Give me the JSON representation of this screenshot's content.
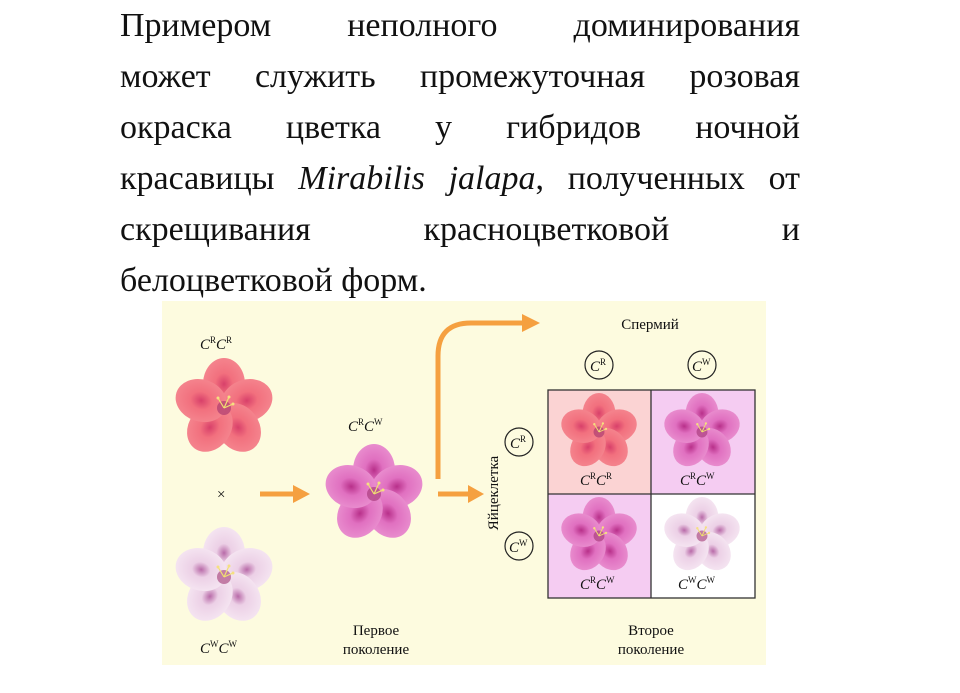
{
  "paragraph": {
    "line1": "Примером неполного доминирования",
    "line2": "может служить промежуточная розовая",
    "line3": "окраска цветка у гибридов ночной",
    "line4_pre": "красавицы ",
    "line4_italic": "Mirabilis jalapa",
    "line4_post": ", полученных от",
    "line5": "скрещивания красноцветковой и",
    "line6": "белоцветковой форм."
  },
  "diagram": {
    "gene_letter": "C",
    "allele_red": "R",
    "allele_white": "W",
    "cross_symbol": "×",
    "sperm_label": "Спермий",
    "egg_label": "Яйцеклетка",
    "first_gen_label_1": "Первое",
    "first_gen_label_2": "поколение",
    "second_gen_label_1": "Второе",
    "second_gen_label_2": "поколение",
    "colors": {
      "red_flower": "#f0707e",
      "pink_flower": "#e070c0",
      "white_flower": "#f2dced",
      "arrow": "#f5a040",
      "cell_red": "#fbd3d3",
      "cell_pink": "#f5ccf2",
      "cell_white": "#ffffff"
    }
  }
}
